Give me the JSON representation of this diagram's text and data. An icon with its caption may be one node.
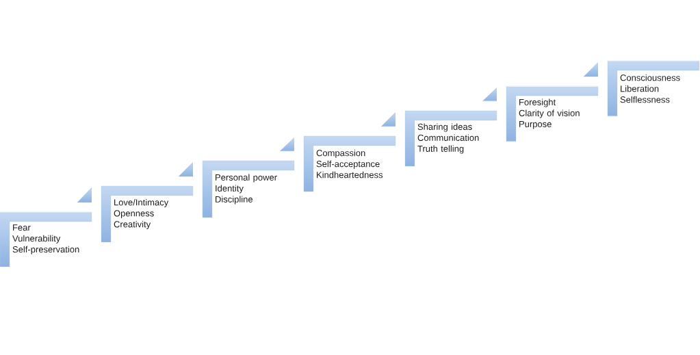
{
  "diagram": {
    "nodes": [
      {
        "text": [
          "Fear",
          "Vulnerability",
          "Self-preservation"
        ]
      },
      {
        "text": [
          "Love/Intimacy",
          "Openness",
          "Creativity"
        ]
      },
      {
        "text": [
          "Personal power",
          "Identity",
          "Discipline"
        ]
      },
      {
        "text": [
          "Compassion",
          "Self-acceptance",
          "Kindheartedness"
        ]
      },
      {
        "text": [
          "Sharing ideas",
          "Communication",
          "Truth telling"
        ]
      },
      {
        "text": [
          "Foresight",
          "Clarity of vision",
          "Purpose"
        ]
      },
      {
        "text": [
          "Consciousness",
          "Liberation",
          "Selflessness"
        ]
      }
    ],
    "edges": [
      {
        "from": 0,
        "to": 1,
        "arrow": "none"
      },
      {
        "from": 1,
        "to": 2,
        "arrow": "none"
      },
      {
        "from": 2,
        "to": 3,
        "arrow": "none"
      },
      {
        "from": 3,
        "to": 4,
        "arrow": "none"
      },
      {
        "from": 4,
        "to": 5,
        "arrow": "none"
      },
      {
        "from": 5,
        "to": 6,
        "arrow": "none"
      }
    ]
  }
}
